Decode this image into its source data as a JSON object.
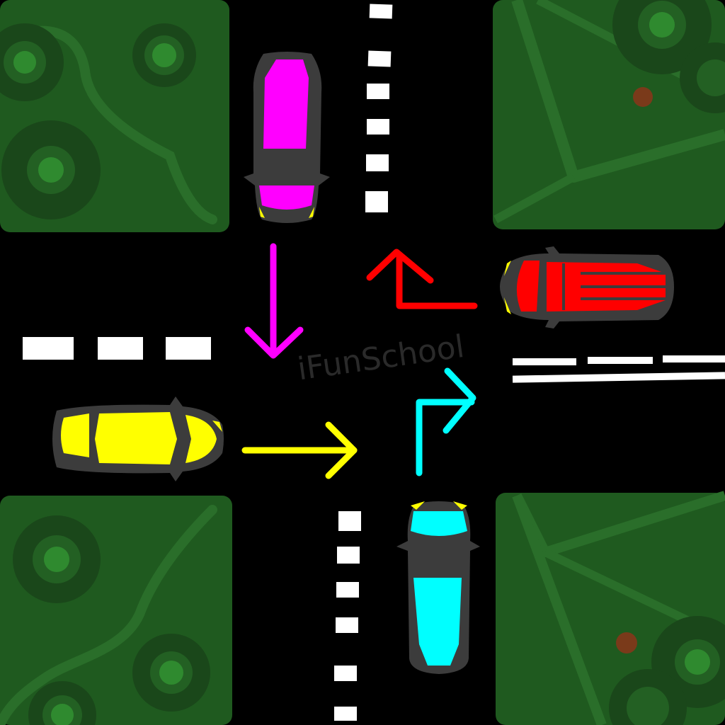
{
  "scene": {
    "type": "four-way intersection traffic diagram",
    "watermark": "iFunSchool",
    "colors": {
      "road": "#000000",
      "grass": "#1f5a1f",
      "grass_dark": "#184818",
      "grass_path": "#2a6e2a",
      "tree_outer": "#1a471a",
      "tree_mid": "#236023",
      "tree_inner": "#2f8a2f",
      "lane_marking": "#ffffff",
      "car_body": "#3c3c3c",
      "magenta": "#ff00ff",
      "red": "#ff0000",
      "yellow": "#ffff00",
      "cyan": "#00ffff",
      "dirt_spot": "#7a3a1a"
    },
    "vehicles": [
      {
        "id": "magenta-van",
        "color": "magenta",
        "heading": "south",
        "maneuver": "straight"
      },
      {
        "id": "red-van",
        "color": "red",
        "heading": "west",
        "maneuver": "right-turn"
      },
      {
        "id": "yellow-car",
        "color": "yellow",
        "heading": "east",
        "maneuver": "straight"
      },
      {
        "id": "cyan-van",
        "color": "cyan",
        "heading": "north",
        "maneuver": "right-turn"
      }
    ]
  }
}
